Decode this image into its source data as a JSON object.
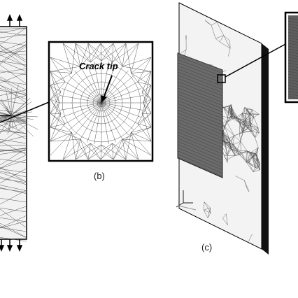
{
  "annotations": {
    "crack_tip": "Crack tip"
  },
  "captions": {
    "b": "(b)",
    "c": "(c)"
  },
  "colors": {
    "mesh_line": "#555555",
    "panel_fill": "#f2f2f2",
    "patch_fill": "#6b6b6b",
    "frame": "#000000"
  }
}
